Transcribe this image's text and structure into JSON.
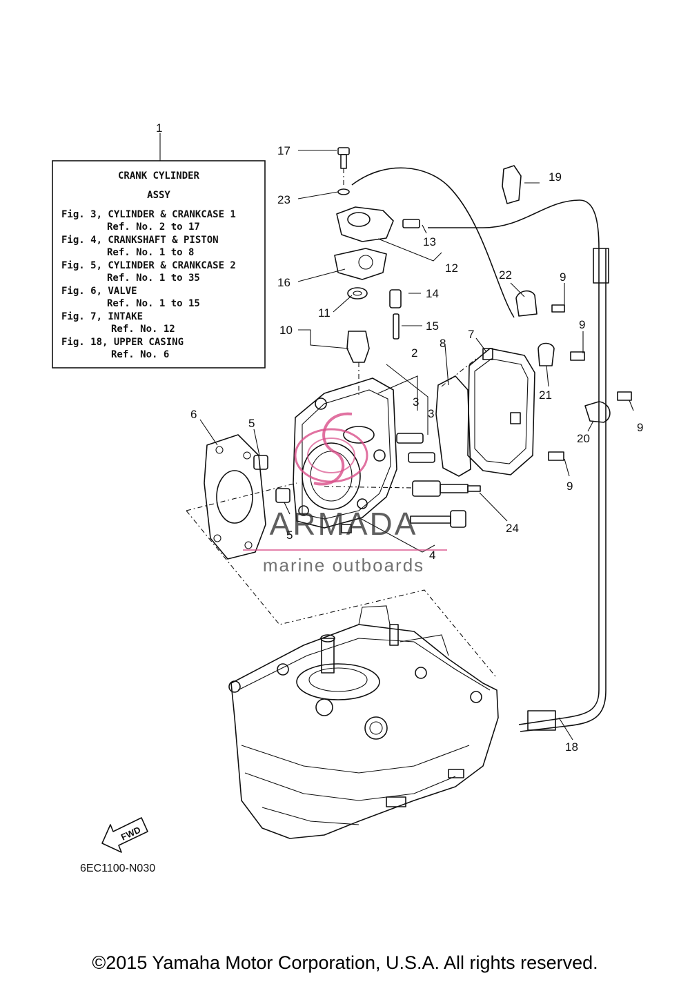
{
  "info_box": {
    "title_line1": "CRANK CYLINDER",
    "title_line2": "ASSY",
    "lines": [
      "Fig. 3, CYLINDER & CRANKCASE 1",
      "Ref. No. 2 to 17",
      "Fig. 4, CRANKSHAFT & PISTON",
      "Ref. No. 1 to 8",
      "Fig. 5, CYLINDER & CRANKCASE 2",
      "Ref. No. 1 to 35",
      "Fig. 6, VALVE",
      "Ref. No. 1 to 15",
      "Fig. 7, INTAKE",
      "Ref. No. 12",
      "Fig. 18, UPPER CASING",
      "Ref. No. 6"
    ]
  },
  "callouts": {
    "c1": "1",
    "c2": "2",
    "c3a": "3",
    "c3b": "3",
    "c4": "4",
    "c5a": "5",
    "c5b": "5",
    "c6": "6",
    "c7": "7",
    "c8": "8",
    "c9a": "9",
    "c9b": "9",
    "c9c": "9",
    "c9d": "9",
    "c10": "10",
    "c11": "11",
    "c12": "12",
    "c13": "13",
    "c14": "14",
    "c15": "15",
    "c16": "16",
    "c17": "17",
    "c18": "18",
    "c19": "19",
    "c20": "20",
    "c21": "21",
    "c22": "22",
    "c23": "23",
    "c24": "24"
  },
  "fwd_label": "FWD",
  "drawing_code": "6EC1100-N030",
  "watermark": {
    "brand": "ARMADA",
    "tagline": "marine outboards",
    "accent_color": "#d94f8a"
  },
  "copyright": "©2015 Yamaha Motor Corporation, U.S.A. All rights reserved."
}
